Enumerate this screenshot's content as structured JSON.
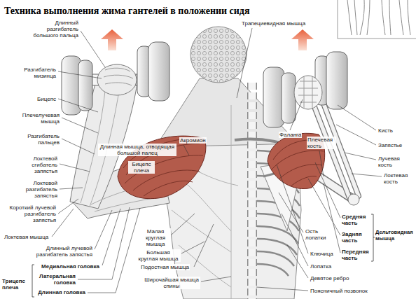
{
  "diagram": {
    "title": "Техника выполнения жима гантелей в положении сидя",
    "labels": [
      "Трапециевидная мышца",
      "Длинный разгибатель большого пальца",
      "Разгибатель мизинца",
      "Бицепс",
      "Плечелучевая мышца",
      "Разгибатель пальцев",
      "Локтевой сгибатель запястья",
      "Локтевой разгибатель запястья",
      "Короткий лучевой разгибатель запястья",
      "Локтевая мышца",
      "Длинный лучевой разгибатель запястья",
      "Медиальная головка",
      "Латеральная головка",
      "Длинная головка",
      "Трицепс плеча",
      "Акромион",
      "Длинная мышца, отводящая большой палец",
      "Бицепс плеча",
      "Малая круглая мышца",
      "Большая круглая мышца",
      "Подостная мышца",
      "Широчайшая мышца спины",
      "Фаланга",
      "Плечевая кость",
      "Кисть",
      "Запястье",
      "Лучевая кость",
      "Локтевая кость",
      "Ость лопатки",
      "Ключица",
      "Лопатка",
      "Девятое ребро",
      "Поясничный позвонок",
      "Средняя часть",
      "Задняя часть",
      "Передняя часть",
      "Дельтовидная мышца"
    ]
  }
}
